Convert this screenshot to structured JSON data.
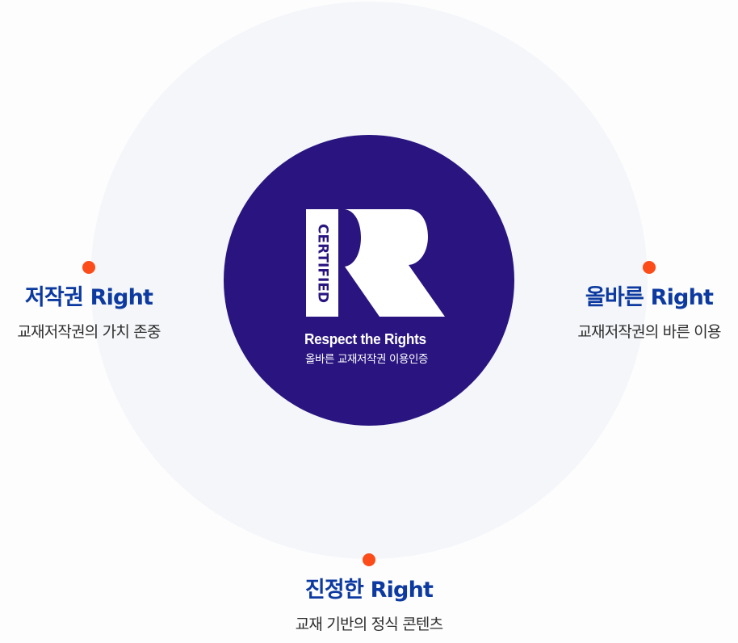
{
  "badge": {
    "certified_label": "CERTIFIED",
    "title": "Respect the Rights",
    "subtitle": "올바른 교재저작권 이용인증",
    "colors": {
      "badge_bg": "#2a1580",
      "logo_fg": "#ffffff"
    }
  },
  "items": [
    {
      "position": "left",
      "title": "저작권 Right",
      "description": "교재저작권의 가치 존중"
    },
    {
      "position": "right",
      "title": "올바른 Right",
      "description": "교재저작권의 바른 이용"
    },
    {
      "position": "bottom",
      "title": "진정한 Right",
      "description": "교재 기반의 정식 콘텐츠"
    }
  ],
  "colors": {
    "page_bg": "#fdfdfe",
    "outer_circle": "#f4f6f9",
    "dot": "#fc4c1a",
    "title": "#0d3aa0",
    "description": "#2d2d2d"
  }
}
